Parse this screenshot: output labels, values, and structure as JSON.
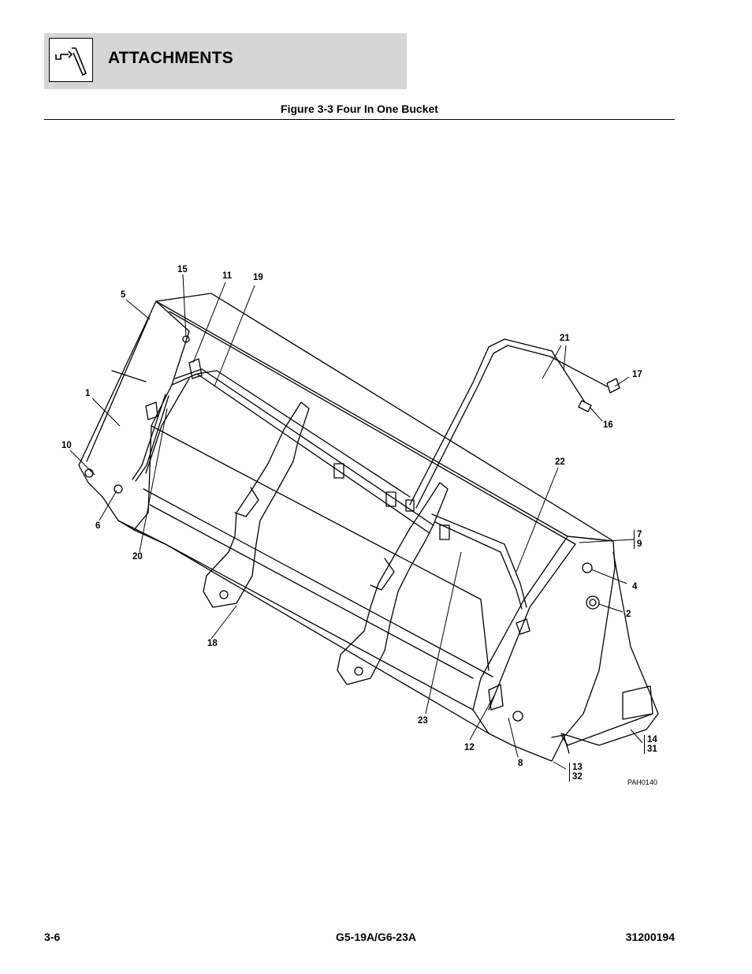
{
  "header": {
    "title": "ATTACHMENTS"
  },
  "figure": {
    "caption": "Figure 3-3 Four In One Bucket",
    "art_code": "PAH0140"
  },
  "callouts": {
    "c1": "1",
    "c2": "2",
    "c4": "4",
    "c5": "5",
    "c6": "6",
    "c7": "7",
    "c8": "8",
    "c9": "9",
    "c10": "10",
    "c11": "11",
    "c12": "12",
    "c13": "13",
    "c14": "14",
    "c15": "15",
    "c16": "16",
    "c17": "17",
    "c18": "18",
    "c19": "19",
    "c20": "20",
    "c21": "21",
    "c22": "22",
    "c23": "23",
    "c31": "31",
    "c32": "32"
  },
  "footer": {
    "page": "3-6",
    "model": "G5-19A/G6-23A",
    "doc_number": "31200194"
  }
}
